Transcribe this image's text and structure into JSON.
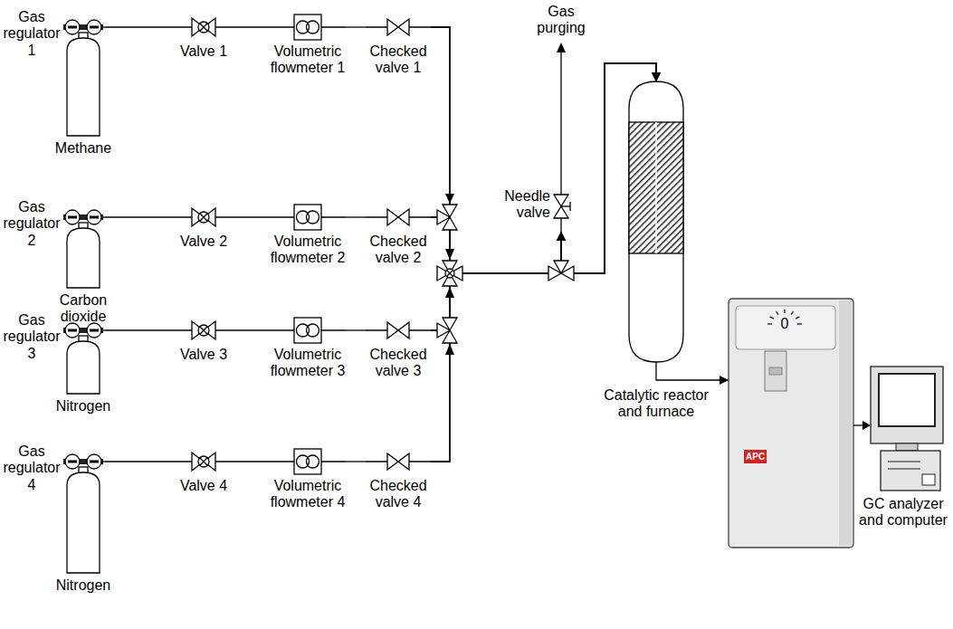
{
  "diagram": {
    "nodes": [
      {
        "text": [
          "Gas regulator 1",
          "Methane"
        ]
      },
      {
        "text": [
          "Valve 1"
        ]
      },
      {
        "text": [
          "Volumetric flowmeter 1"
        ]
      },
      {
        "text": [
          "Checked valve 1"
        ]
      },
      {
        "text": [
          "Gas regulator 2",
          "Carbon dioxide"
        ]
      },
      {
        "text": [
          "Valve 2"
        ]
      },
      {
        "text": [
          "Volumetric flowmeter 2"
        ]
      },
      {
        "text": [
          "Checked valve 2"
        ]
      },
      {
        "text": [
          "Gas regulator 3",
          "Nitrogen"
        ]
      },
      {
        "text": [
          "Valve 3"
        ]
      },
      {
        "text": [
          "Volumetric flowmeter 3"
        ]
      },
      {
        "text": [
          "Checked valve 3"
        ]
      },
      {
        "text": [
          "Gas regulator 4",
          "Nitrogen"
        ]
      },
      {
        "text": [
          "Valve 4"
        ]
      },
      {
        "text": [
          "Volumetric flowmeter 4"
        ]
      },
      {
        "text": [
          "Checked valve 4"
        ]
      },
      {
        "text": [
          "Needle valve"
        ]
      },
      {
        "text": [
          "Catalytic reactor and furnace"
        ]
      },
      {
        "text": [
          "GC analyzer and computer"
        ]
      }
    ],
    "edges": [
      {
        "from": 0,
        "to": 1,
        "arrow": "none"
      },
      {
        "from": 1,
        "to": 2,
        "arrow": "none"
      },
      {
        "from": 2,
        "to": 3,
        "arrow": "none"
      },
      {
        "from": 4,
        "to": 5,
        "arrow": "none"
      },
      {
        "from": 5,
        "to": 6,
        "arrow": "none"
      },
      {
        "from": 6,
        "to": 7,
        "arrow": "none"
      },
      {
        "from": 8,
        "to": 9,
        "arrow": "none"
      },
      {
        "from": 9,
        "to": 10,
        "arrow": "none"
      },
      {
        "from": 10,
        "to": 11,
        "arrow": "none"
      },
      {
        "from": 12,
        "to": 13,
        "arrow": "none"
      },
      {
        "from": 13,
        "to": 14,
        "arrow": "none"
      },
      {
        "from": 14,
        "to": 15,
        "arrow": "none"
      },
      {
        "from": 3,
        "to": 17,
        "arrow": "to"
      },
      {
        "from": 7,
        "to": 17,
        "arrow": "to"
      },
      {
        "from": 11,
        "to": 17,
        "arrow": "to"
      },
      {
        "from": 15,
        "to": 17,
        "arrow": "to"
      },
      {
        "from": 3,
        "to": 16,
        "arrow": "to"
      },
      {
        "from": 7,
        "to": 16,
        "arrow": "to"
      },
      {
        "from": 11,
        "to": 16,
        "arrow": "to"
      },
      {
        "from": 15,
        "to": 16,
        "arrow": "to"
      },
      {
        "from": 17,
        "to": 18,
        "arrow": "to"
      }
    ],
    "labels": [
      "Gas purging",
      "0",
      "APC"
    ]
  }
}
